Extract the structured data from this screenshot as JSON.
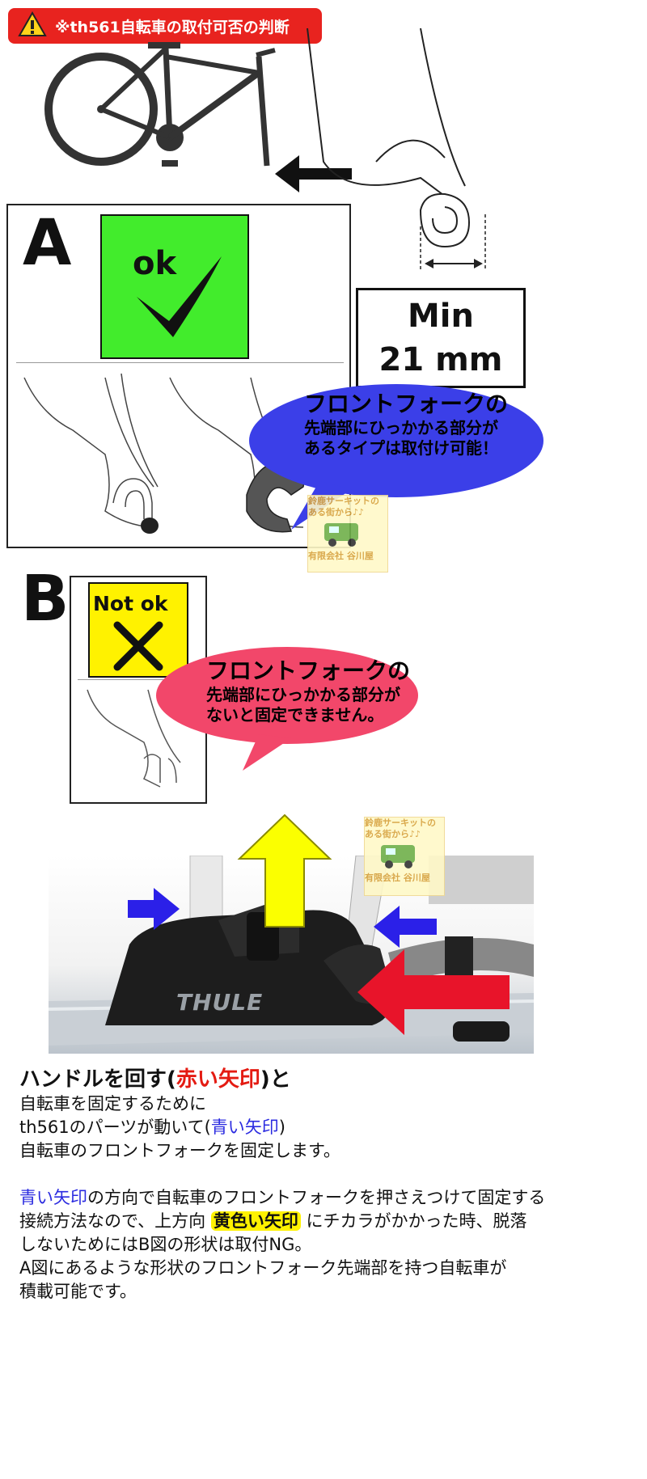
{
  "header": {
    "warning_icon": "warning-icon",
    "title": "※th561自転車の取付可否の判断"
  },
  "section_a": {
    "letter": "A",
    "status": "ok",
    "min_label": "Min",
    "min_value": "21 mm",
    "bubble_title": "フロントフォークの",
    "bubble_line1": "先端部にひっかかる部分が",
    "bubble_line2": "あるタイプは取付け可能！"
  },
  "section_b": {
    "letter": "B",
    "status": "Not ok",
    "bubble_title": "フロントフォークの",
    "bubble_line1": "先端部にひっかかる部分が",
    "bubble_line2": "ないと固定できません。"
  },
  "watermark": {
    "line1": "鈴鹿サーキットの",
    "line2": "ある街から♪♪",
    "line3": "有限会社 谷川屋"
  },
  "product": {
    "brand": "THULE"
  },
  "explanation": {
    "p1_a": "ハンドルを回す",
    "p1_b": "(",
    "p1_red": "赤い矢印",
    "p1_c": ")と",
    "p2": "自転車を固定するために",
    "p3_a": "th561のパーツが動いて(",
    "p3_blue": "青い矢印",
    "p3_b": ")",
    "p4": "自転車のフロントフォークを固定します。",
    "p5_blue": "青い矢印",
    "p5_a": "の方向で自転車のフロントフォークを押さえつけて固定する",
    "p6_a": "接続方法なので、上方向 ",
    "p6_yellow": "黄色い矢印",
    "p6_b": " にチカラがかかった時、脱落",
    "p7": "しないためにはB図の形状は取付NG。",
    "p8": "A図にあるような形状のフロントフォーク先端部を持つ自転車が",
    "p9": "積載可能です。"
  },
  "colors": {
    "badge_red": "#e8231f",
    "ok_green": "#42ec2c",
    "notok_yellow": "#fff200",
    "bubble_blue": "#3b3fe8",
    "bubble_pink": "#f2476a",
    "arrow_red": "#e8142a",
    "arrow_blue": "#2b20e8",
    "arrow_yellow": "#fbff00"
  }
}
